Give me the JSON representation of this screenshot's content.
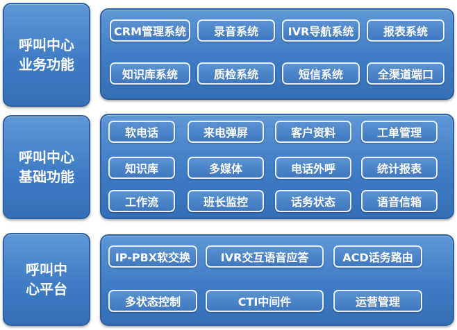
{
  "sections": [
    {
      "title_lines": [
        "呼叫中心",
        "业务功能"
      ],
      "items": [
        "CRM管理系统",
        "录音系统",
        "IVR导航系统",
        "报表系统",
        "知识库系统",
        "质检系统",
        "短信系统",
        "全渠道端口"
      ]
    },
    {
      "title_lines": [
        "呼叫中心",
        "基础功能"
      ],
      "items": [
        "软电话",
        "来电弹屏",
        "客户资料",
        "工单管理",
        "知识库",
        "多媒体",
        "电话外呼",
        "统计报表",
        "工作流",
        "班长监控",
        "话务状态",
        "语音信箱"
      ]
    },
    {
      "title_lines": [
        "呼叫中",
        "心平台"
      ],
      "items": [
        "IP-PBX软交换",
        "IVR交互语音应答",
        "ACD话务路由",
        "多状态控制",
        "CTI中间件",
        "运营管理"
      ]
    }
  ]
}
